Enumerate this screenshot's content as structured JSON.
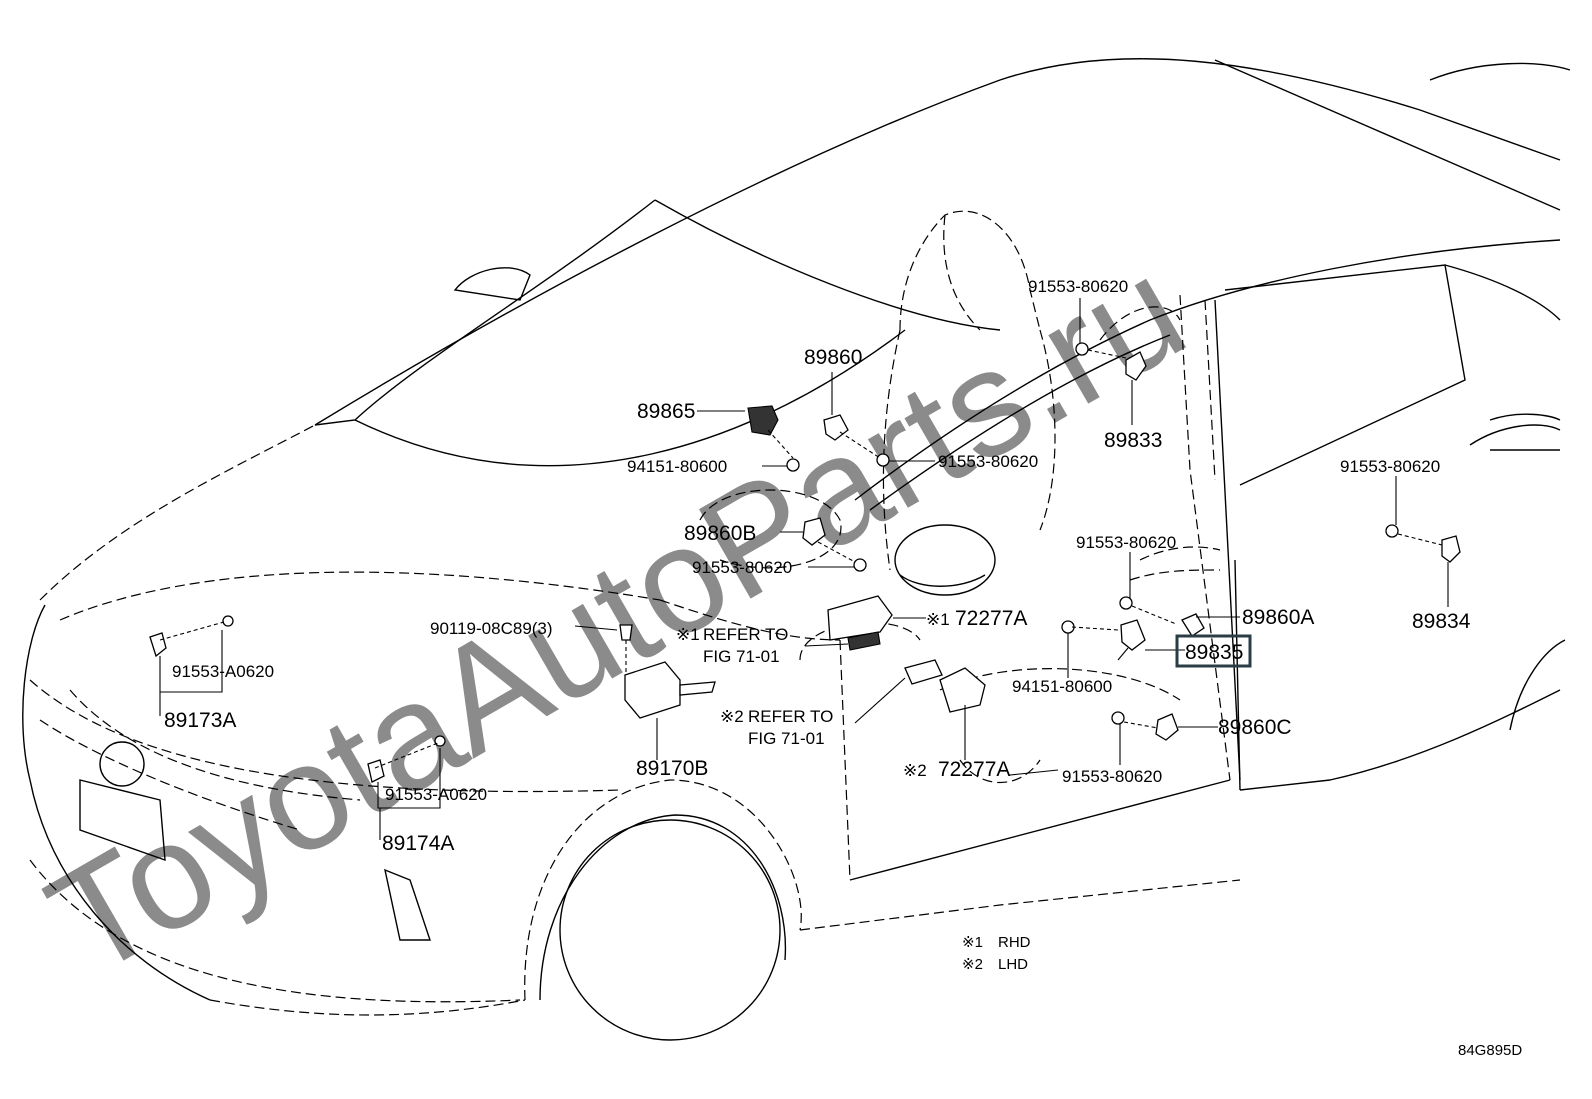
{
  "watermark": "ToyotaAutoParts.ru",
  "diagram_code": "84G895D",
  "labels": {
    "p91553_80620_top": "91553-80620",
    "p89860": "89860",
    "p89865": "89865",
    "p89833": "89833",
    "p94151_80600_left": "94151-80600",
    "p91553_80620_mid": "91553-80620",
    "p91553_80620_right": "91553-80620",
    "p89860B": "89860B",
    "p91553_80620_door": "91553-80620",
    "p91553_80620_center": "91553-80620",
    "p89834": "89834",
    "p89860A": "89860A",
    "p90119": "90119-08C89(3)",
    "p72277A_1": "72277A",
    "p89835": "89835",
    "p91553_A0620_left": "91553-A0620",
    "p94151_80600_door": "94151-80600",
    "p89173A": "89173A",
    "p89170B": "89170B",
    "p89860C": "89860C",
    "p72277A_2": "72277A",
    "p91553_80620_bottom": "91553-80620",
    "p91553_A0620_lower": "91553-A0620",
    "p89174A": "89174A"
  },
  "refer1": {
    "mark": "※1",
    "line1": "REFER TO",
    "line2": "FIG 71-01"
  },
  "refer2": {
    "mark": "※2",
    "line1": "REFER TO",
    "line2": "FIG 71-01"
  },
  "mark_72277A_1": "※1",
  "mark_72277A_2": "※2",
  "legend": [
    {
      "mark": "※1",
      "text": "RHD"
    },
    {
      "mark": "※2",
      "text": "LHD"
    }
  ]
}
